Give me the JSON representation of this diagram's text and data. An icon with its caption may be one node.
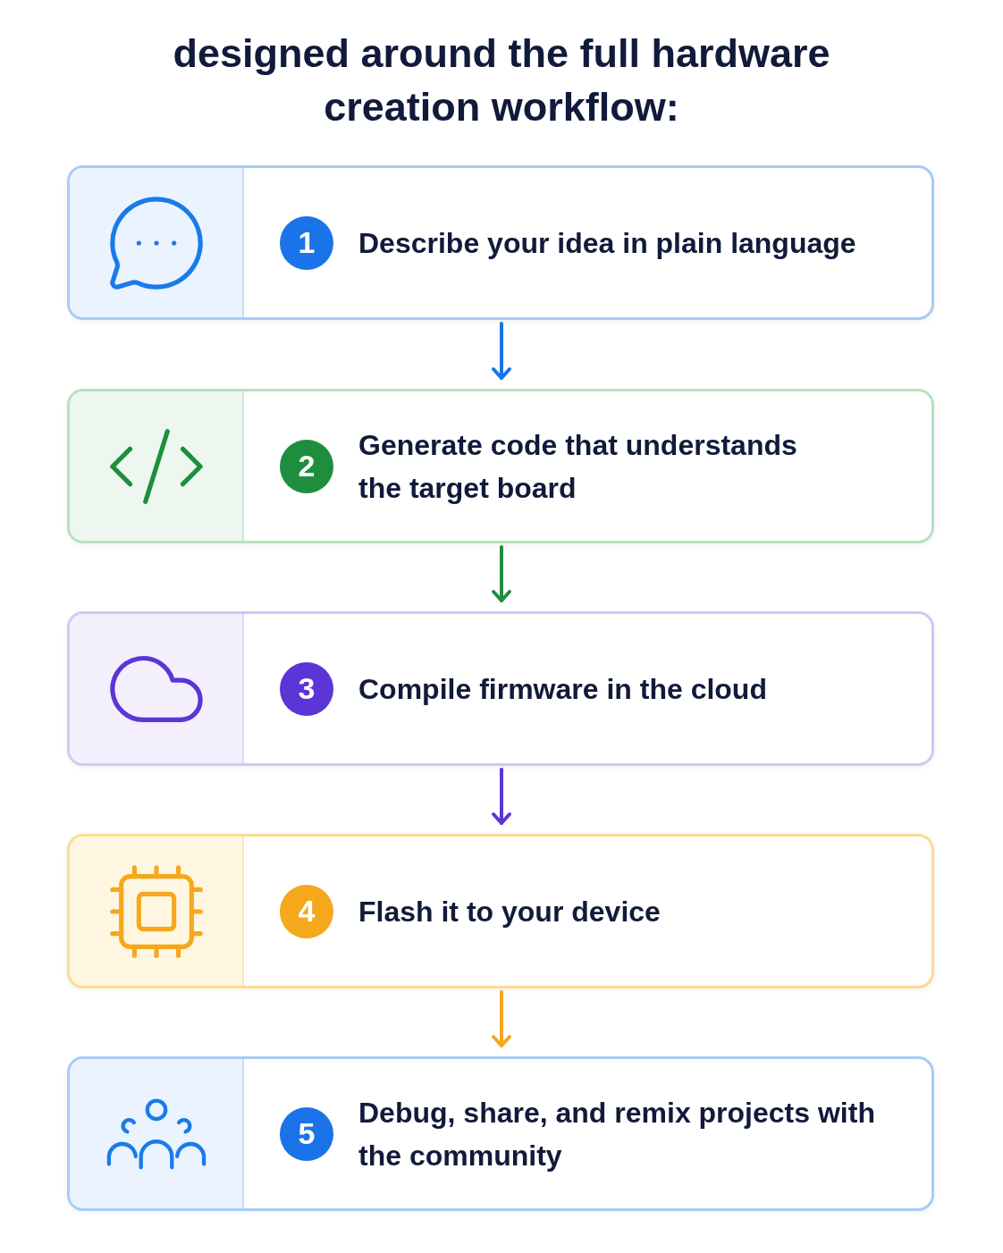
{
  "diagram": {
    "title": "designed around the full hardware creation workflow:",
    "nodes": [
      {
        "text": [
          "1",
          "Describe your idea in plain language"
        ]
      },
      {
        "text": [
          "2",
          "Generate code that understands the target board"
        ]
      },
      {
        "text": [
          "3",
          "Compile firmware in the cloud"
        ]
      },
      {
        "text": [
          "4",
          "Flash it to your device"
        ]
      },
      {
        "text": [
          "5",
          "Debug, share, and remix projects with the community"
        ]
      }
    ],
    "edges": [
      {
        "from": 0,
        "to": 1,
        "arrow": "to",
        "color": "#1a73e8"
      },
      {
        "from": 1,
        "to": 2,
        "arrow": "to",
        "color": "#1e8e3e"
      },
      {
        "from": 2,
        "to": 3,
        "arrow": "to",
        "color": "#5b35d5"
      },
      {
        "from": 3,
        "to": 4,
        "arrow": "to",
        "color": "#f5a81c"
      }
    ]
  }
}
